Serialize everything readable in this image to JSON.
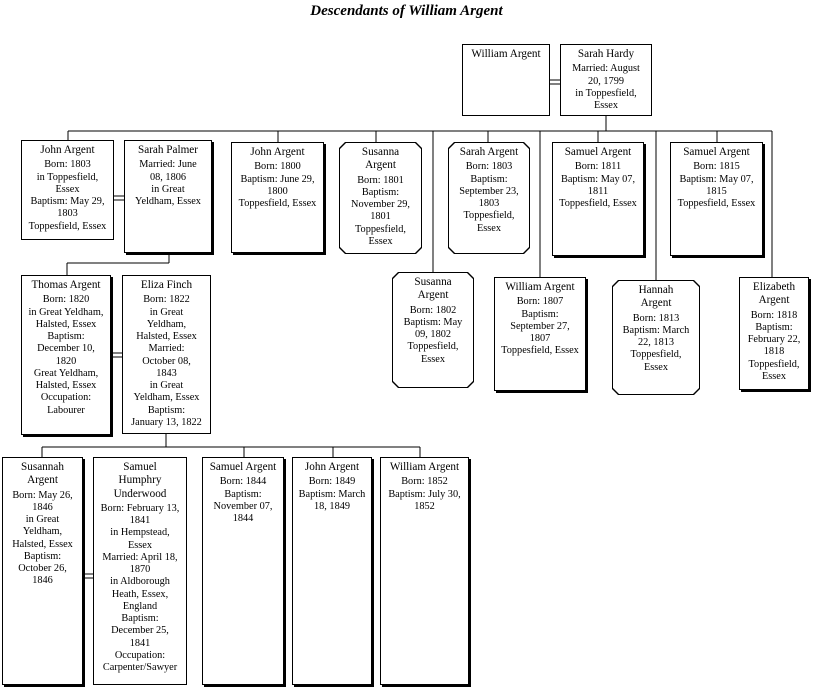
{
  "title": "Descendants of William Argent",
  "people": {
    "william_argent_sr": {
      "name": "William Argent",
      "details": ""
    },
    "sarah_hardy": {
      "name": "Sarah Hardy",
      "details": "Married: August\n20, 1799\nin Toppesfield,\nEssex"
    },
    "john_argent_1803": {
      "name": "John Argent",
      "details": "Born: 1803\nin Toppesfield,\nEssex\nBaptism: May 29,\n1803\nToppesfield, Essex"
    },
    "sarah_palmer": {
      "name": "Sarah Palmer",
      "details": "Married: June\n08, 1806\nin Great\nYeldham, Essex"
    },
    "john_argent_1800": {
      "name": "John Argent",
      "details": "Born: 1800\nBaptism: June 29,\n1800\nToppesfield, Essex"
    },
    "susanna_argent_1801": {
      "name": "Susanna\nArgent",
      "details": "Born: 1801\nBaptism:\nNovember 29,\n1801\nToppesfield,\nEssex"
    },
    "sarah_argent_1803": {
      "name": "Sarah Argent",
      "details": "Born: 1803\nBaptism:\nSeptember 23,\n1803\nToppesfield,\nEssex"
    },
    "samuel_argent_1811": {
      "name": "Samuel Argent",
      "details": "Born: 1811\nBaptism: May 07,\n1811\nToppesfield, Essex"
    },
    "samuel_argent_1815": {
      "name": "Samuel Argent",
      "details": "Born: 1815\nBaptism: May 07,\n1815\nToppesfield, Essex"
    },
    "susanna_argent_1802": {
      "name": "Susanna\nArgent",
      "details": "Born: 1802\nBaptism: May\n09, 1802\nToppesfield,\nEssex"
    },
    "william_argent_1807": {
      "name": "William Argent",
      "details": "Born: 1807\nBaptism:\nSeptember 27,\n1807\nToppesfield, Essex"
    },
    "hannah_argent": {
      "name": "Hannah\nArgent",
      "details": "Born: 1813\nBaptism: March\n22, 1813\nToppesfield,\nEssex"
    },
    "elizabeth_argent": {
      "name": "Elizabeth\nArgent",
      "details": "Born: 1818\nBaptism:\nFebruary 22,\n1818\nToppesfield,\nEssex"
    },
    "thomas_argent": {
      "name": "Thomas Argent",
      "details": "Born: 1820\nin Great Yeldham,\nHalsted, Essex\nBaptism:\nDecember 10,\n1820\nGreat Yeldham,\nHalsted, Essex\nOccupation:\nLabourer"
    },
    "eliza_finch": {
      "name": "Eliza Finch",
      "details": "Born: 1822\nin Great\nYeldham,\nHalsted, Essex\nMarried:\nOctober 08,\n1843\nin Great\nYeldham, Essex\nBaptism:\nJanuary 13, 1822"
    },
    "susannah_argent": {
      "name": "Susannah\nArgent",
      "details": "Born: May 26,\n1846\nin Great\nYeldham,\nHalsted, Essex\nBaptism:\nOctober 26,\n1846"
    },
    "samuel_humphry_underwood": {
      "name": "Samuel\nHumphry\nUnderwood",
      "details": "Born: February 13,\n1841\nin Hempstead,\nEssex\nMarried: April 18,\n1870\nin Aldborough\nHeath, Essex,\nEngland\nBaptism:\nDecember 25,\n1841\nOccupation:\nCarpenter/Sawyer"
    },
    "samuel_argent_1844": {
      "name": "Samuel Argent",
      "details": "Born: 1844\nBaptism:\nNovember 07,\n1844"
    },
    "john_argent_1849": {
      "name": "John Argent",
      "details": "Born: 1849\nBaptism: March\n18, 1849"
    },
    "william_argent_1852": {
      "name": "William Argent",
      "details": "Born: 1852\nBaptism: July 30,\n1852"
    }
  }
}
